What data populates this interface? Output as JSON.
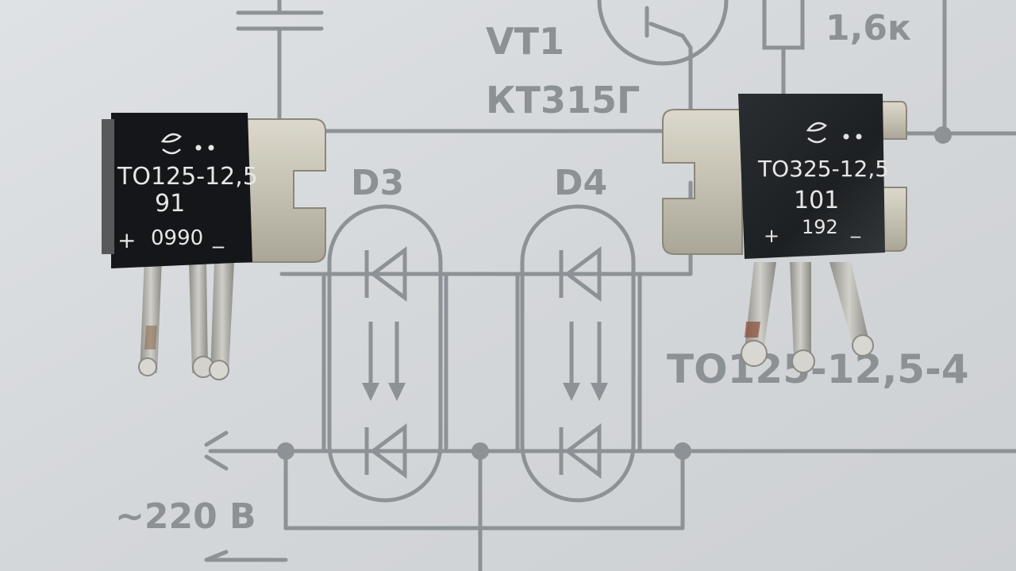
{
  "schematic": {
    "transistor_ref": "VT1",
    "transistor_type": "КТ315Г",
    "resistor_value": "1,6к",
    "diode_left": "D3",
    "diode_right": "D4",
    "package_label": "ТО125-12,5-4",
    "mains_label": "~220 В"
  },
  "component_left": {
    "model": "ТО125-12,5",
    "code": "91",
    "batch": "0990",
    "plus_mark": "+",
    "minus_mark": "_"
  },
  "component_right": {
    "model": "ТО325-12,5",
    "code": "101",
    "batch": "192",
    "plus_mark": "+",
    "minus_mark": "_"
  },
  "colors": {
    "paper": "#d6d9dc",
    "ink": "#8d9297",
    "chip_body": "#141619",
    "metal_tab": "#c9c6b9",
    "lead": "#a9a9a2"
  }
}
